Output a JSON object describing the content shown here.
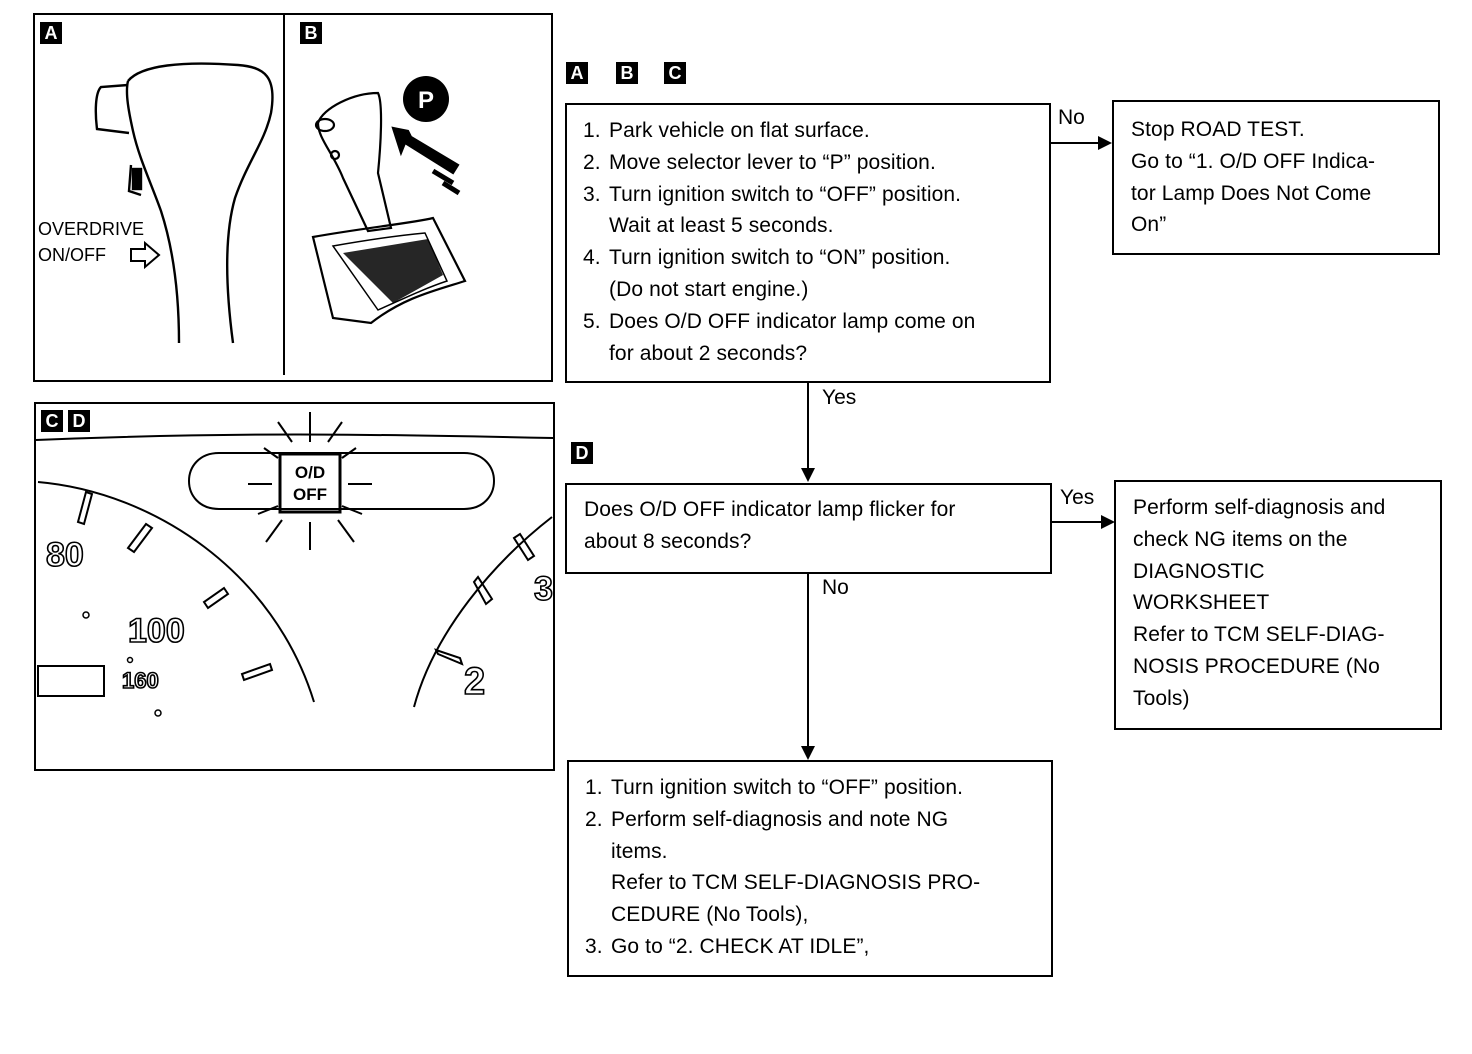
{
  "illustrations": {
    "panel_ab": {
      "tag_a": "A",
      "tag_b": "B",
      "overdrive_line1": "OVERDRIVE",
      "overdrive_line2": "ON/OFF",
      "park_symbol": "P"
    },
    "panel_cd": {
      "tag_c": "C",
      "tag_d": "D",
      "lamp_line1": "O/D",
      "lamp_line2": "OFF",
      "speed_80": "80",
      "speed_100": "100",
      "speed_160": "160",
      "rpm_2": "2",
      "rpm_3": "3"
    }
  },
  "flowchart": {
    "section1_tags": [
      "A",
      "B",
      "C"
    ],
    "step1": {
      "items": [
        {
          "num": "1.",
          "text": "Park vehicle on flat surface."
        },
        {
          "num": "2.",
          "text": "Move selector lever to “P” position."
        },
        {
          "num": "3.",
          "text": "Turn ignition switch to “OFF” position."
        },
        {
          "num": "",
          "text": "Wait at least 5 seconds."
        },
        {
          "num": "4.",
          "text": "Turn ignition switch to “ON” position."
        },
        {
          "num": "",
          "text": "(Do not start engine.)"
        },
        {
          "num": "5.",
          "text": "Does O/D OFF indicator lamp come on"
        },
        {
          "num": "",
          "text": "for about 2 seconds?"
        }
      ]
    },
    "no1_label": "No",
    "stop_box": {
      "lines": [
        "Stop ROAD TEST.",
        "Go to “1. O/D OFF Indica-",
        "tor Lamp Does Not Come",
        "On”"
      ]
    },
    "yes1_label": "Yes",
    "section2_tag": "D",
    "step2": {
      "lines": [
        "Does O/D OFF indicator lamp flicker for",
        "about 8 seconds?"
      ]
    },
    "yes2_label": "Yes",
    "perform_box": {
      "lines": [
        "Perform self-diagnosis and",
        "check NG items on the",
        "DIAGNOSTIC",
        "WORKSHEET",
        "Refer to TCM SELF-DIAG-",
        "NOSIS PROCEDURE (No",
        "Tools)"
      ]
    },
    "no2_label": "No",
    "step3": {
      "items": [
        {
          "num": "1.",
          "text": "Turn ignition switch to “OFF” position."
        },
        {
          "num": "2.",
          "text": "Perform self-diagnosis and note NG"
        },
        {
          "num": "",
          "text": "items."
        },
        {
          "num": "",
          "text": "Refer to TCM SELF-DIAGNOSIS PRO-"
        },
        {
          "num": "",
          "text": "CEDURE (No Tools),"
        },
        {
          "num": "3.",
          "text": "Go to “2. CHECK AT IDLE”,"
        }
      ]
    }
  }
}
